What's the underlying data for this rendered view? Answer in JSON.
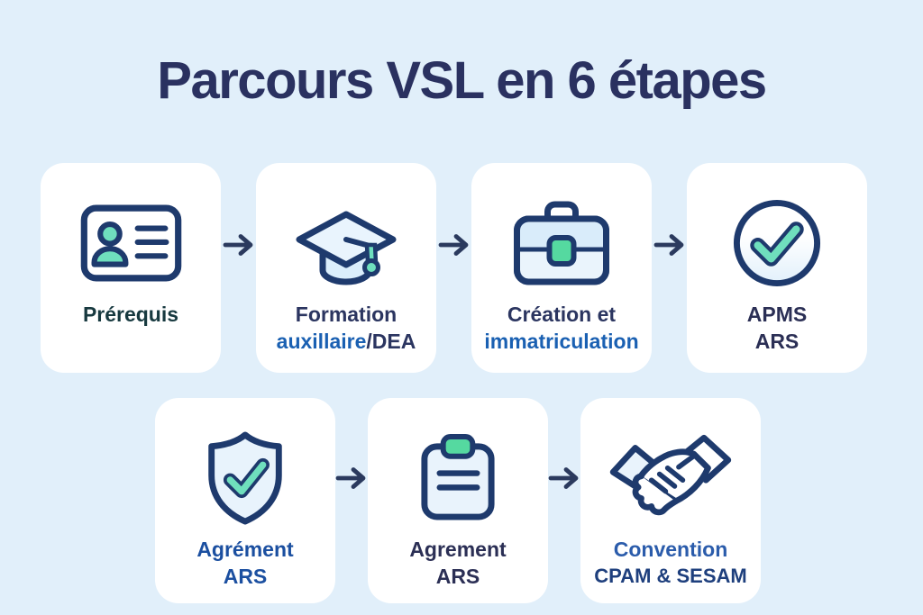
{
  "title": "Parcours VSL en 6 étapes",
  "colors": {
    "background": "#e1effa",
    "card": "#ffffff",
    "title_text": "#2a3160",
    "icon_outline_navy": "#1e3a6d",
    "arrow_navy": "#2b3a5e",
    "accent_teal": "#6fdfbd",
    "accent_green": "#55d9a0",
    "icon_fill_light_blue": "#e8f3fc",
    "label_dark_navy": "#2b3560",
    "label_navy": "#2b2f55",
    "label_blue": "#1a60b2",
    "label_blue_agrement": "#1b4fa0",
    "label_blue_convention": "#2b5cab",
    "label_navy_cpam": "#1e3f7d",
    "label_dark_teal_prerequis": "#17393f"
  },
  "cards": {
    "prerequis": {
      "icon": "id-card-icon",
      "label": "Prérequis"
    },
    "formation": {
      "icon": "graduation-cap-icon",
      "line1": "Formation",
      "line2_blue": "auxillaire",
      "line2_dark": "/DEA"
    },
    "creation": {
      "icon": "briefcase-icon",
      "line1": "Création et",
      "line2": "immatriculation"
    },
    "apms": {
      "icon": "circle-check-icon",
      "line1": "APMS",
      "line2": "ARS"
    },
    "agrement_shield": {
      "icon": "shield-check-icon",
      "line1": "Agrément",
      "line2": "ARS"
    },
    "agrement_clipboard": {
      "icon": "clipboard-icon",
      "line1": "Agrement",
      "line2": "ARS"
    },
    "convention": {
      "icon": "handshake-icon",
      "line1": "Convention",
      "line2": "CPAM & SESAM"
    }
  },
  "arrow_symbol": "→",
  "steps_order": [
    "prerequis",
    "formation",
    "creation",
    "apms",
    "agrement_shield",
    "agrement_clipboard",
    "convention"
  ]
}
